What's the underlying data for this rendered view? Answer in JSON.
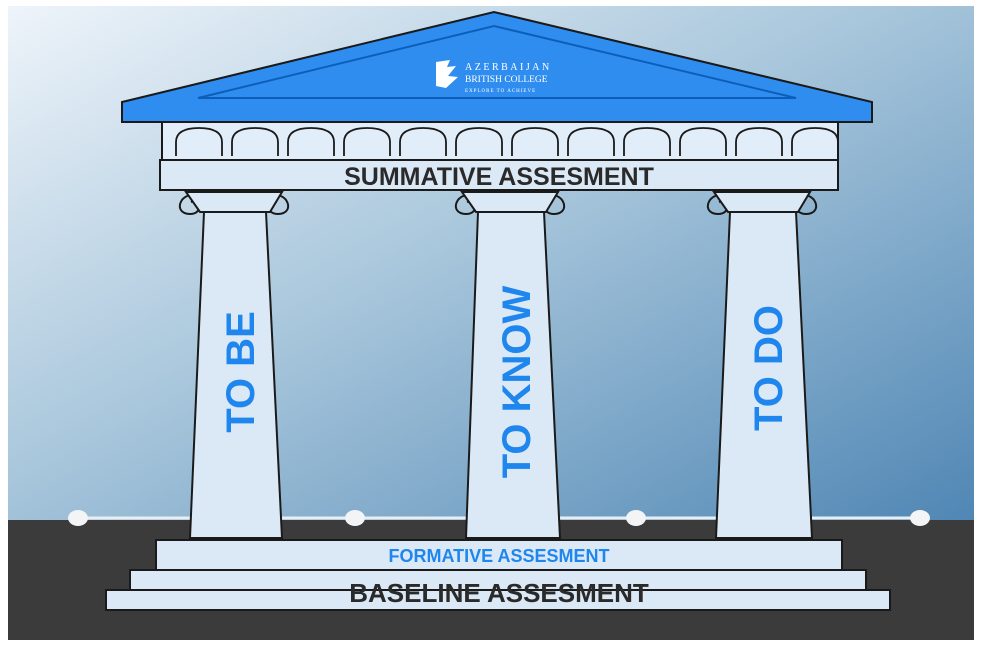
{
  "logo": {
    "line1": "AZERBAIJAN",
    "line2": "BRITISH COLLEGE",
    "tagline": "EXPLORE TO ACHIEVE"
  },
  "entablature": {
    "label": "SUMMATIVE ASSESMENT"
  },
  "pillars": [
    {
      "label": "TO BE"
    },
    {
      "label": "TO KNOW"
    },
    {
      "label": "TO DO"
    }
  ],
  "steps": {
    "top": "FORMATIVE ASSESMENT",
    "bottom": "BASELINE ASSESMENT"
  },
  "colors": {
    "roof_blue": "#2f8df0",
    "label_blue": "#1f86ee",
    "stone": "#dbe9f7",
    "outline": "#1a1a1a",
    "ground": "#3b3b3b",
    "text_dark": "#2a2a2a"
  }
}
